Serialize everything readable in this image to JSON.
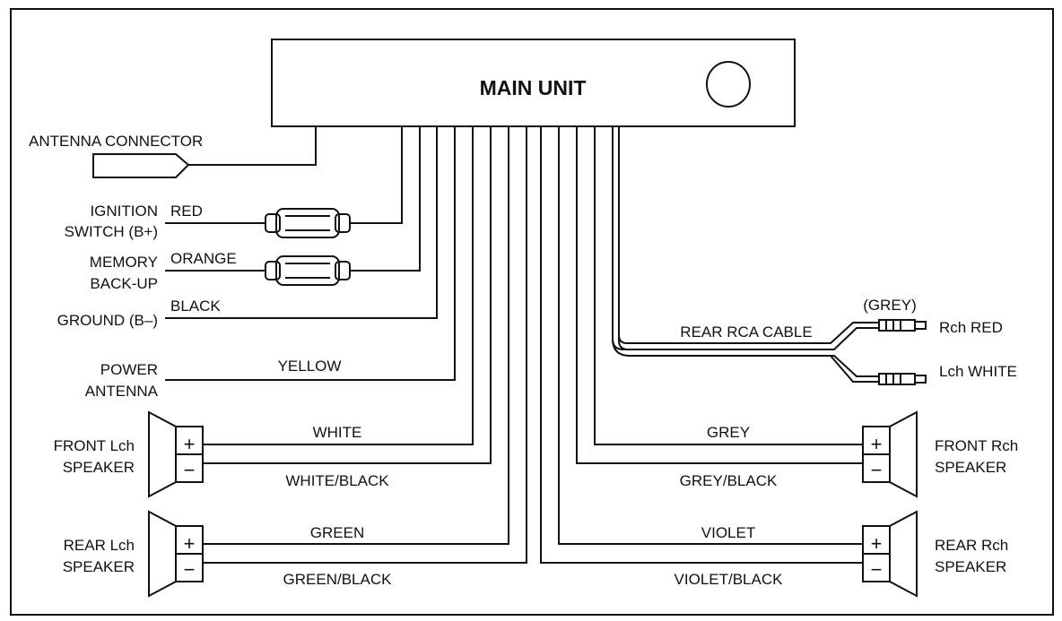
{
  "main_unit": {
    "title": "MAIN UNIT"
  },
  "antenna": {
    "label": "ANTENNA CONNECTOR"
  },
  "ignition": {
    "label_line1": "IGNITION",
    "label_line2": "SWITCH (B+)",
    "wire_color": "RED"
  },
  "memory": {
    "label_line1": "MEMORY",
    "label_line2": "BACK-UP",
    "wire_color": "ORANGE"
  },
  "ground": {
    "label": "GROUND (B–)",
    "wire_color": "BLACK"
  },
  "power_antenna": {
    "label_line1": "POWER",
    "label_line2": "ANTENNA",
    "wire_color": "YELLOW"
  },
  "rca": {
    "cable_label": "REAR RCA CABLE",
    "jacket_color": "(GREY)",
    "right_label": "Rch RED",
    "left_label": "Lch WHITE"
  },
  "front_left": {
    "label_line1": "FRONT Lch",
    "label_line2": "SPEAKER",
    "plus_wire": "WHITE",
    "minus_wire": "WHITE/BLACK"
  },
  "rear_left": {
    "label_line1": "REAR Lch",
    "label_line2": "SPEAKER",
    "plus_wire": "GREEN",
    "minus_wire": "GREEN/BLACK"
  },
  "front_right": {
    "label_line1": "FRONT Rch",
    "label_line2": "SPEAKER",
    "plus_wire": "GREY",
    "minus_wire": "GREY/BLACK"
  },
  "rear_right": {
    "label_line1": "REAR Rch",
    "label_line2": "SPEAKER",
    "plus_wire": "VIOLET",
    "minus_wire": "VIOLET/BLACK"
  },
  "symbols": {
    "plus": "+",
    "minus": "−"
  }
}
